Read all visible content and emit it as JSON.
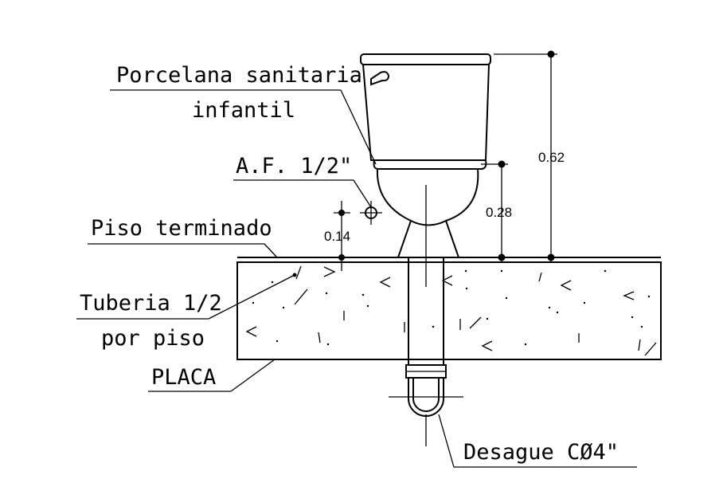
{
  "labels": {
    "porcelain_line1": "Porcelana sanitaria",
    "porcelain_line2": "infantil",
    "water_inlet": "A.F. 1/2\"",
    "finished_floor": "Piso terminado",
    "pipe_line1": "Tuberia 1/2",
    "pipe_line2": "por piso",
    "slab": "PLACA",
    "drain": "Desague CØ4\""
  },
  "dimensions": {
    "total_height": "0.62",
    "bowl_height": "0.28",
    "inlet_height": "0.14"
  }
}
